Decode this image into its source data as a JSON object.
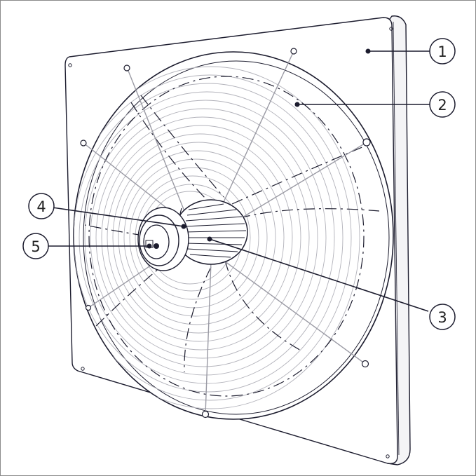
{
  "colors": {
    "line": "#1c1c2e",
    "grill": "#a9a9b0",
    "panel": "#ffffff",
    "border": "#8a8a8a"
  },
  "callouts": [
    {
      "id": "1",
      "label": "1"
    },
    {
      "id": "2",
      "label": "2"
    },
    {
      "id": "3",
      "label": "3"
    },
    {
      "id": "4",
      "label": "4"
    },
    {
      "id": "5",
      "label": "5"
    }
  ]
}
